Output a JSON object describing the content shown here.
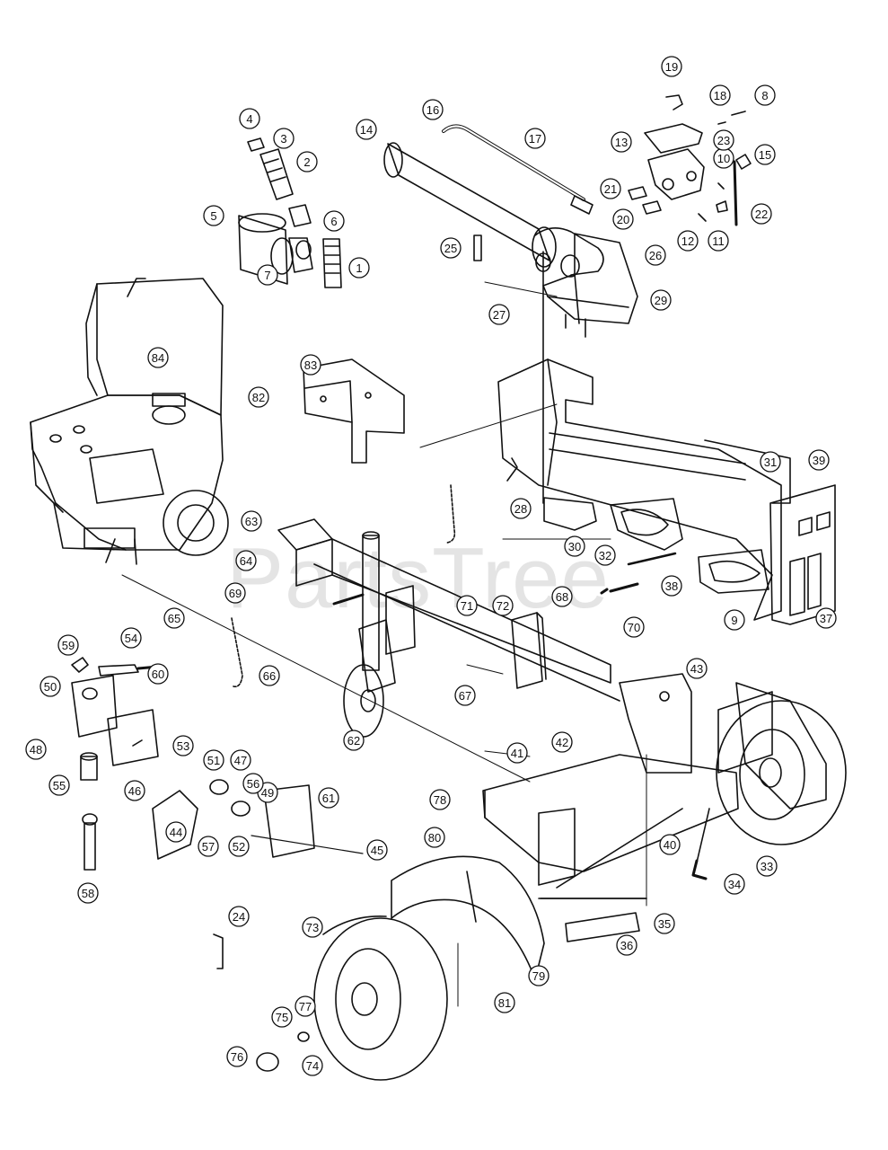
{
  "watermark": "PartsTree",
  "colors": {
    "ink": "#111111",
    "watermark": "#c8c8c8",
    "background": "#ffffff"
  },
  "callouts": [
    "1",
    "2",
    "3",
    "4",
    "5",
    "6",
    "7",
    "8",
    "9",
    "10",
    "11",
    "12",
    "13",
    "14",
    "15",
    "16",
    "17",
    "18",
    "19",
    "20",
    "21",
    "22",
    "23",
    "24",
    "25",
    "26",
    "27",
    "28",
    "29",
    "30",
    "31",
    "32",
    "33",
    "34",
    "35",
    "36",
    "37",
    "38",
    "39",
    "40",
    "41",
    "42",
    "43",
    "44",
    "45",
    "46",
    "47",
    "48",
    "49",
    "50",
    "51",
    "52",
    "53",
    "54",
    "55",
    "56",
    "57",
    "58",
    "59",
    "60",
    "61",
    "62",
    "63",
    "64",
    "65",
    "66",
    "67",
    "68",
    "69",
    "70",
    "71",
    "72",
    "73",
    "74",
    "75",
    "76",
    "77",
    "78",
    "79",
    "80",
    "81",
    "82",
    "83",
    "84"
  ]
}
